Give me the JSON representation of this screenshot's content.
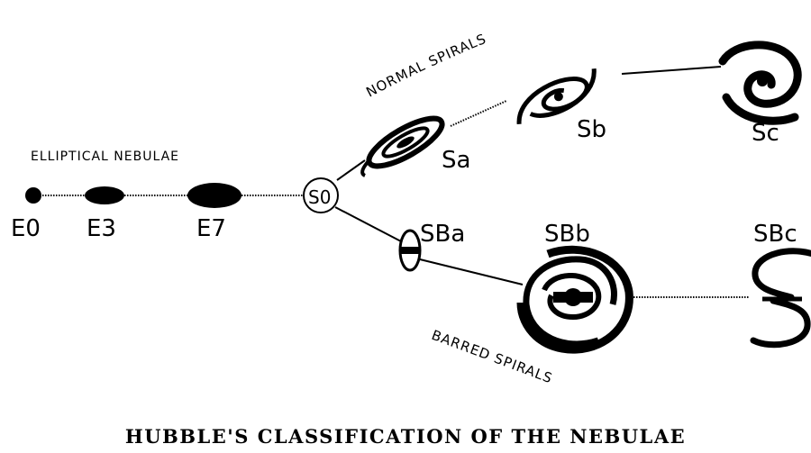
{
  "diagram": {
    "section_elliptical": "ELLIPTICAL NEBULAE",
    "section_normal": "NORMAL SPIRALS",
    "section_barred": "BARRED SPIRALS",
    "caption": "HUBBLE'S CLASSIFICATION OF THE NEBULAE",
    "nodes": {
      "e0": "E0",
      "e3": "E3",
      "e7": "E7",
      "s0": "S0",
      "sa": "Sa",
      "sb": "Sb",
      "sc": "Sc",
      "sba": "SBa",
      "sbb": "SBb",
      "sbc": "SBc"
    },
    "ink_color": "#000000",
    "background_color": "#ffffff"
  }
}
